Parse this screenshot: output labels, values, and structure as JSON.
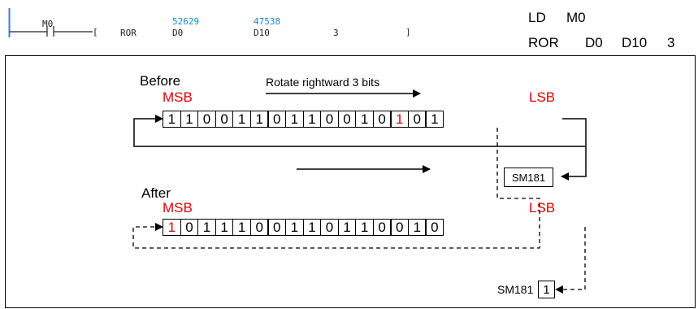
{
  "ladder": {
    "contact_label": "M0",
    "instruction": "ROR",
    "src_operand": "D0",
    "dst_operand": "D10",
    "count_operand": "3",
    "src_value": "52629",
    "dst_value": "47538",
    "close_bracket": "]",
    "open_bracket": "["
  },
  "il": {
    "line1_op": "LD",
    "line1_arg": "M0",
    "line2_op": "ROR",
    "line2_args": [
      "D0",
      "D10",
      "3"
    ]
  },
  "diagram": {
    "before_label": "Before",
    "after_label": "After",
    "rotate_caption": "Rotate rightward 3 bits",
    "msb": "MSB",
    "lsb": "LSB",
    "before_bits": [
      "1",
      "1",
      "0",
      "0",
      "1",
      "1",
      "0",
      "1",
      "1",
      "0",
      "0",
      "1",
      "0",
      "1",
      "0",
      "1"
    ],
    "before_red_index": 13,
    "after_bits": [
      "1",
      "0",
      "1",
      "1",
      "1",
      "0",
      "0",
      "1",
      "1",
      "0",
      "1",
      "1",
      "0",
      "0",
      "1",
      "0"
    ],
    "after_red_index": 0,
    "sm_before_label": "SM181",
    "sm_after_label": "SM181",
    "sm_after_value": "1"
  },
  "colors": {
    "rail": "#3a7fd6",
    "value_text": "#1e86c8",
    "highlight": "#e00000"
  }
}
